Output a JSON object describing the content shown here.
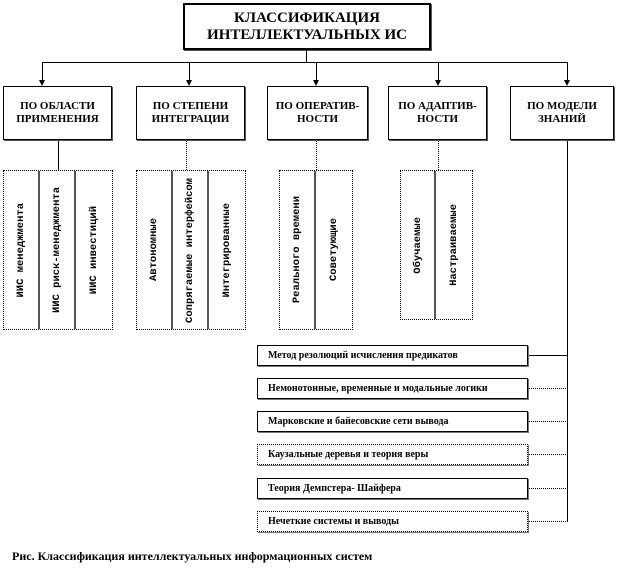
{
  "title": "КЛАССИФИКАЦИЯ ИНТЕЛЛЕКТУАЛЬНЫХ ИС",
  "categories": [
    {
      "label": "ПО ОБЛАСТИ ПРИМЕНЕНИЯ",
      "items": [
        "ИИС менеджмента",
        "ИИС риск-менеджмента",
        "ИИС инвестиций"
      ]
    },
    {
      "label": "ПО СТЕПЕНИ ИНТЕГРАЦИИ",
      "items": [
        "Автономные",
        "Сопрягаемые интерфейсом",
        "Интегрированные"
      ]
    },
    {
      "label": "ПО ОПЕРАТИВ-НОСТИ",
      "items": [
        "Реального времени",
        "Советующие"
      ]
    },
    {
      "label": "ПО АДАПТИВ-НОСТИ",
      "items": [
        "Обучаемые",
        "Настраиваемые"
      ]
    },
    {
      "label": "ПО МОДЕЛИ ЗНАНИЙ",
      "items": [
        "Метод резолюций исчисления предикатов",
        "Немонотонные, временные и модальные логики",
        "Марковские и байесовские сети вывода",
        "Каузальные деревья и теория веры",
        "Теория Демпстера- Шайфера",
        "Нечеткие системы и выводы"
      ]
    }
  ],
  "caption": "Рис. Классификация интеллектуальных информационных систем"
}
